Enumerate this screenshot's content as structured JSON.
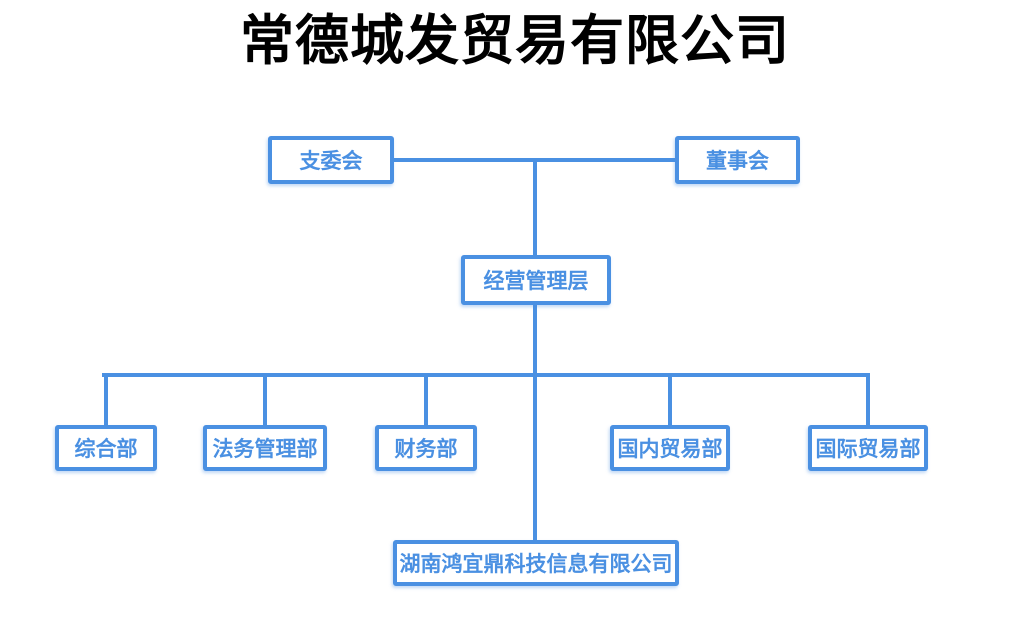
{
  "title": "常德城发贸易有限公司",
  "colors": {
    "accent": "#4A90E2",
    "node_background": "#FFFFFF",
    "title_text": "#000000",
    "page_background": "#FFFFFF"
  },
  "org_chart": {
    "top_level": [
      {
        "id": "party-branch-committee",
        "label": "支委会"
      },
      {
        "id": "board-of-directors",
        "label": "董事会"
      }
    ],
    "management_level": {
      "id": "operating-management",
      "label": "经营管理层"
    },
    "departments": [
      {
        "id": "general-department",
        "label": "综合部"
      },
      {
        "id": "legal-management-department",
        "label": "法务管理部"
      },
      {
        "id": "finance-department",
        "label": "财务部"
      },
      {
        "id": "domestic-trade-department",
        "label": "国内贸易部"
      },
      {
        "id": "international-trade-department",
        "label": "国际贸易部"
      }
    ],
    "subsidiary": {
      "id": "subsidiary-company",
      "label": "湖南鸿宜鼎科技信息有限公司"
    },
    "edges": [
      "支委会 — 董事会 (horizontal tie)",
      "top tie — 经营管理层 (vertical)",
      "经营管理层 — departments branch (vertical trunk)",
      "branch — 综合部 / 法务管理部 / 财务部 / 国内贸易部 / 国际贸易部 (drops)",
      "trunk — 湖南鸿宜鼎科技信息有限公司 (vertical)"
    ]
  }
}
